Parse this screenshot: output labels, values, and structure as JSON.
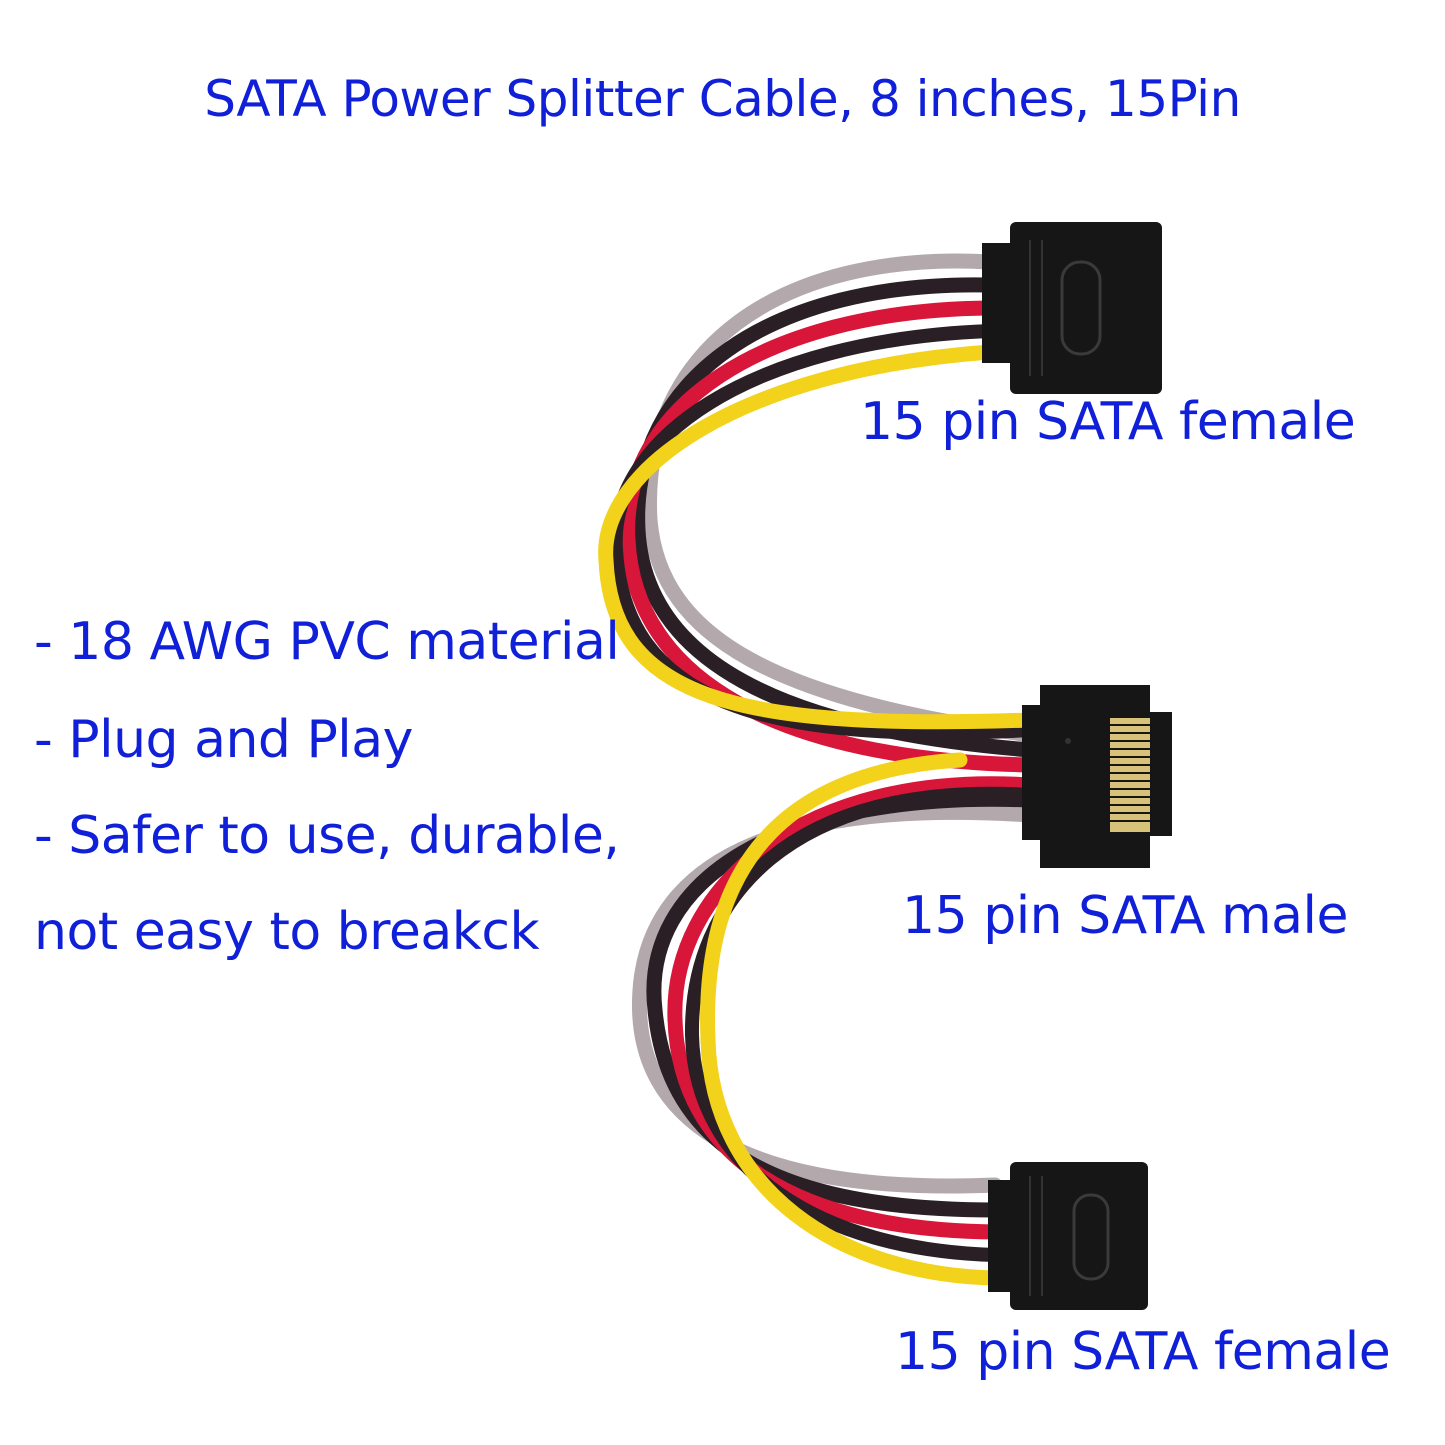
{
  "title": "SATA Power Splitter Cable, 8 inches, 15Pin",
  "labels": {
    "top_connector": "15 pin SATA female",
    "middle_connector": "15 pin SATA male",
    "bottom_connector": "15 pin SATA female"
  },
  "features": [
    "- 18 AWG PVC material",
    "- Plug and Play",
    "- Safer to use, durable,",
    "not easy to breakck"
  ],
  "colors": {
    "text": "#1020d8",
    "wire_yellow": "#f2d21a",
    "wire_red": "#d8163a",
    "wire_black": "#2a1f24",
    "wire_gray": "#b3a9ad",
    "connector": "#161616"
  }
}
